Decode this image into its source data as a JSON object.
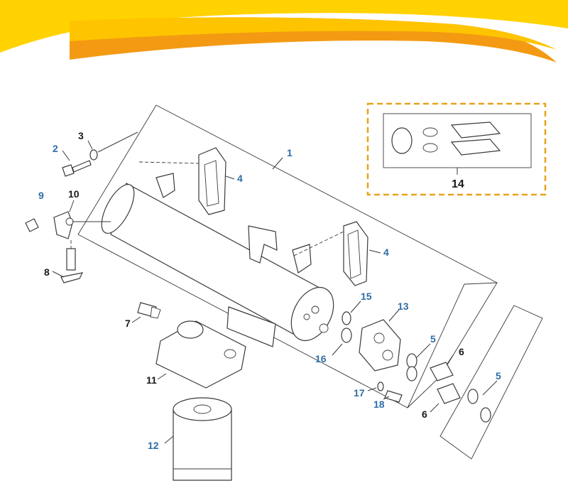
{
  "banner": {
    "colors": {
      "bright": "#ffd200",
      "mid": "#ffc400",
      "orange": "#f39a12"
    }
  },
  "callouts": [
    {
      "key": "1",
      "text": "1",
      "color": "#2f6da6"
    },
    {
      "key": "2",
      "text": "2",
      "color": "#2f6da6"
    },
    {
      "key": "3",
      "text": "3",
      "color": "#1a1a1a"
    },
    {
      "key": "4a",
      "text": "4",
      "color": "#2f6da6"
    },
    {
      "key": "4b",
      "text": "4",
      "color": "#2f6da6"
    },
    {
      "key": "5a",
      "text": "5",
      "color": "#2f6da6"
    },
    {
      "key": "5b",
      "text": "5",
      "color": "#2f6da6"
    },
    {
      "key": "6a",
      "text": "6",
      "color": "#1a1a1a"
    },
    {
      "key": "6b",
      "text": "6",
      "color": "#1a1a1a"
    },
    {
      "key": "7",
      "text": "7",
      "color": "#1a1a1a"
    },
    {
      "key": "8",
      "text": "8",
      "color": "#1a1a1a"
    },
    {
      "key": "9",
      "text": "9",
      "color": "#2f6da6"
    },
    {
      "key": "10",
      "text": "10",
      "color": "#1a1a1a"
    },
    {
      "key": "11",
      "text": "11",
      "color": "#1a1a1a"
    },
    {
      "key": "12",
      "text": "12",
      "color": "#2f6da6"
    },
    {
      "key": "13",
      "text": "13",
      "color": "#2f6da6"
    },
    {
      "key": "15",
      "text": "15",
      "color": "#2f6da6"
    },
    {
      "key": "16",
      "text": "16",
      "color": "#2f6da6"
    },
    {
      "key": "17",
      "text": "17",
      "color": "#2f6da6"
    },
    {
      "key": "18",
      "text": "18",
      "color": "#2f6da6"
    }
  ],
  "kit": {
    "label": "14",
    "border_color": "#e8a21c"
  }
}
